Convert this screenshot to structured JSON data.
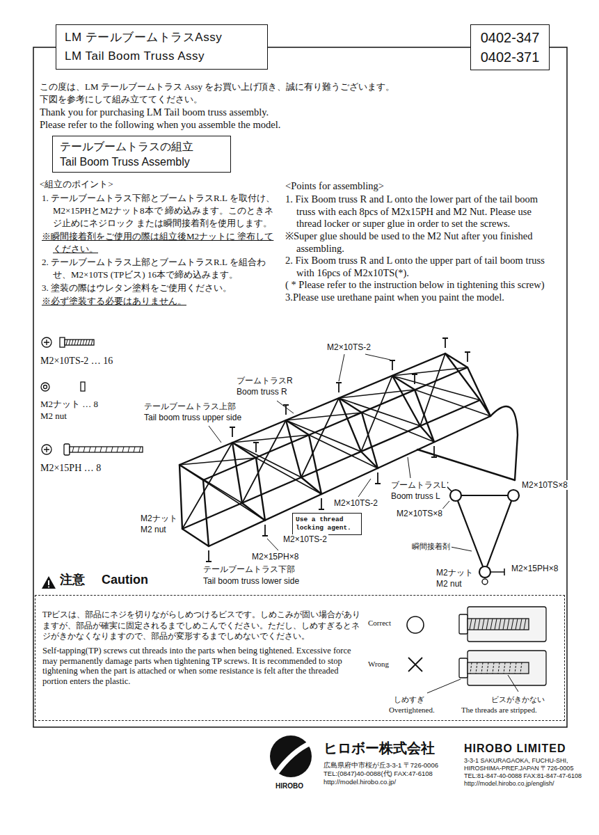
{
  "diagram": {
    "nodes": [
      {
        "text": [
          "LM テールブームトラスAssy",
          "LM Tail Boom Truss Assy"
        ]
      },
      {
        "text": [
          "0402-347",
          "0402-371"
        ]
      },
      {
        "text": [
          "テールブームトラスの組立",
          "Tail Boom Truss Assembly"
        ]
      },
      {
        "text": [
          "Use a thread locking agent."
        ]
      },
      {
        "text": [
          "注意",
          "Caution",
          "TPビスは、部品にネジを切りながらしめつけるビスです。しめこみが固い場合がありますが、部品が確実に固定されるまでしめこんでください。ただし、しめすぎるとネジがきかなくなりますので、部品が変形するまでしめないでください。",
          "Self-tapping(TP) screws cut threads into the parts when being tightened. Excessive force may permanently damage parts when tightening TP screws. It is recommended to stop tightening when the part is attached or when some resistance is felt after the threaded portion enters the plastic.",
          "Correct",
          "Wrong",
          "しめすぎ",
          "Overtightened.",
          "ビスがきかない",
          "The threads are stripped."
        ]
      }
    ],
    "labels": [
      "この度は、LM テールブームトラス Assy をお買い上げ頂き、誠に有り難うございます。",
      "下図を参考にして組み立ててください。",
      "Thank you for purchasing LM Tail boom truss assembly.",
      "Please refer to the following when you assemble the model.",
      "<組立のポイント>",
      "1. テールブームトラス下部とブームトラスR.L を取付け、M2×15PHとM2ナット8本で 締め込みます。このときネジ止めにネジロック または瞬間接着剤を使用します。",
      "※瞬間接着剤をご使用の際は組立後M2ナットに 塗布してください。",
      "2. テールブームトラス上部とブームトラスR.L を組合わせ、M2×10TS (TPビス) 16本で締め込みます。",
      "3. 塗装の際はウレタン塗料をご使用ください。",
      "※必ず塗装する必要はありません。",
      "<Points for assembling>",
      "1. Fix Boom truss R and L onto the lower part of the tail boom truss with each 8pcs of M2x15PH and M2 Nut. Please use thread locker or super glue in order to set the screws.",
      "※Super glue should be used to the M2 Nut after you finished assembling.",
      "2. Fix Boom truss R and L onto the upper part of tail boom truss with 16pcs of M2x10TS(*).",
      "( * Please refer to the instruction below in tightening this screw)",
      "3.Please use urethane paint when you paint the model.",
      "M2×10TS-2 … 16",
      "M2ナット … 8",
      "M2 nut",
      "M2×15PH … 8",
      "M2×10TS-2",
      "ブームトラスR",
      "Boom truss R",
      "テールブームトラス上部",
      "Tail boom truss upper side",
      "ブームトラスL",
      "Boom truss L",
      "M2×10TS-2",
      "M2ナット",
      "M2 nut",
      "M2×10TS-2",
      "M2×15PH×8",
      "テールブームトラス下部",
      "Tail boom truss lower side",
      "M2×10TS×8",
      "M2×10TS×8",
      "瞬間接着剤",
      "M2×15PH×8",
      "M2ナット",
      "M2 nut",
      "ヒロボー株式会社",
      "広島県府中市桜が丘3-3-1 〒726-0006",
      "TEL:(0847)40-0088(代) FAX:47-6108",
      "http://model.hirobo.co.jp/",
      "HIROBO",
      "HIROBO LIMITED",
      "3-3-1 SAKURAGAOKA, FUCHU-SHI,",
      "HIROSHIMA-PREF.JAPAN 〒726-0005",
      "TEL:81-847-40-0088 FAX:81-847-47-6108",
      "http://model.hirobo.co.jp/english/"
    ]
  }
}
